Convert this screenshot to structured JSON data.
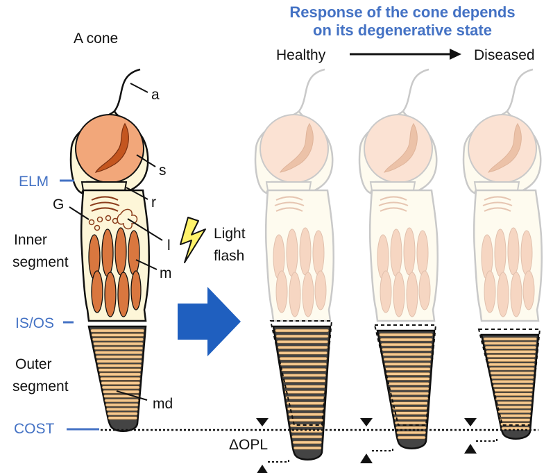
{
  "title": {
    "line1": "Response of the cone depends",
    "line2": "on its degenerative state"
  },
  "left_cone": {
    "heading": "A cone",
    "parts": {
      "a": "a",
      "s": "s",
      "r": "r",
      "G": "G",
      "l": "l",
      "m": "m",
      "md": "md"
    },
    "regions": {
      "inner_line1": "Inner",
      "inner_line2": "segment",
      "outer_line1": "Outer",
      "outer_line2": "segment"
    },
    "layers": {
      "elm": "ELM",
      "isos": "IS/OS",
      "cost": "COST"
    }
  },
  "stimulus": {
    "line1": "Light",
    "line2": "flash"
  },
  "progression": {
    "from": "Healthy",
    "to": "Diseased"
  },
  "measurement": {
    "label": "ΔOPL"
  },
  "colors": {
    "blue_accent": "#4472c4",
    "arrow_blue": "#1f5fbf",
    "cell_fill": "#fdf6d8",
    "nucleus": "#f2a77a",
    "organelle": "#b5532a",
    "disc": "#f6c98f",
    "faded_outline": "#c9c9c9",
    "lightning": "#fff36b"
  }
}
